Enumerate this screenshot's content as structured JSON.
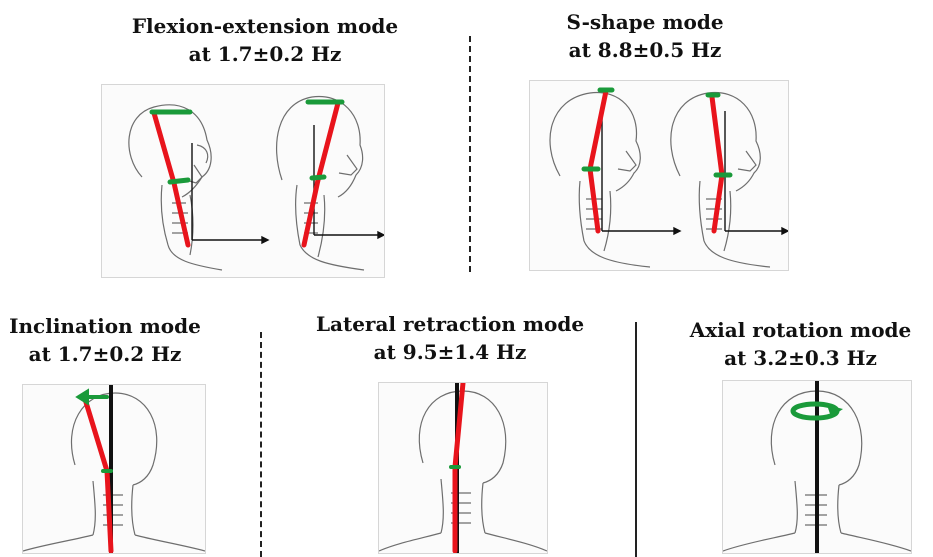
{
  "modes": [
    {
      "id": "flexion-extension",
      "name": "Flexion-extension mode",
      "frequency": "at 1.7±0.2 Hz"
    },
    {
      "id": "s-shape",
      "name": "S-shape mode",
      "frequency": "at 8.8±0.5 Hz"
    },
    {
      "id": "inclination",
      "name": "Inclination mode",
      "frequency": "at 1.7±0.2 Hz"
    },
    {
      "id": "lateral-retraction",
      "name": "Lateral retraction mode",
      "frequency": "at 9.5±1.4 Hz"
    },
    {
      "id": "axial-rotation",
      "name": "Axial rotation mode",
      "frequency": "at 3.2±0.3 Hz"
    }
  ],
  "colors": {
    "link": "#e8141c",
    "marker": "#1a9a3a",
    "axis": "#111111",
    "sketch": "#6e6e6e"
  },
  "icons": [
    "head-side-sketch",
    "head-back-sketch",
    "rotation-arrow-icon",
    "left-arrow-icon"
  ]
}
